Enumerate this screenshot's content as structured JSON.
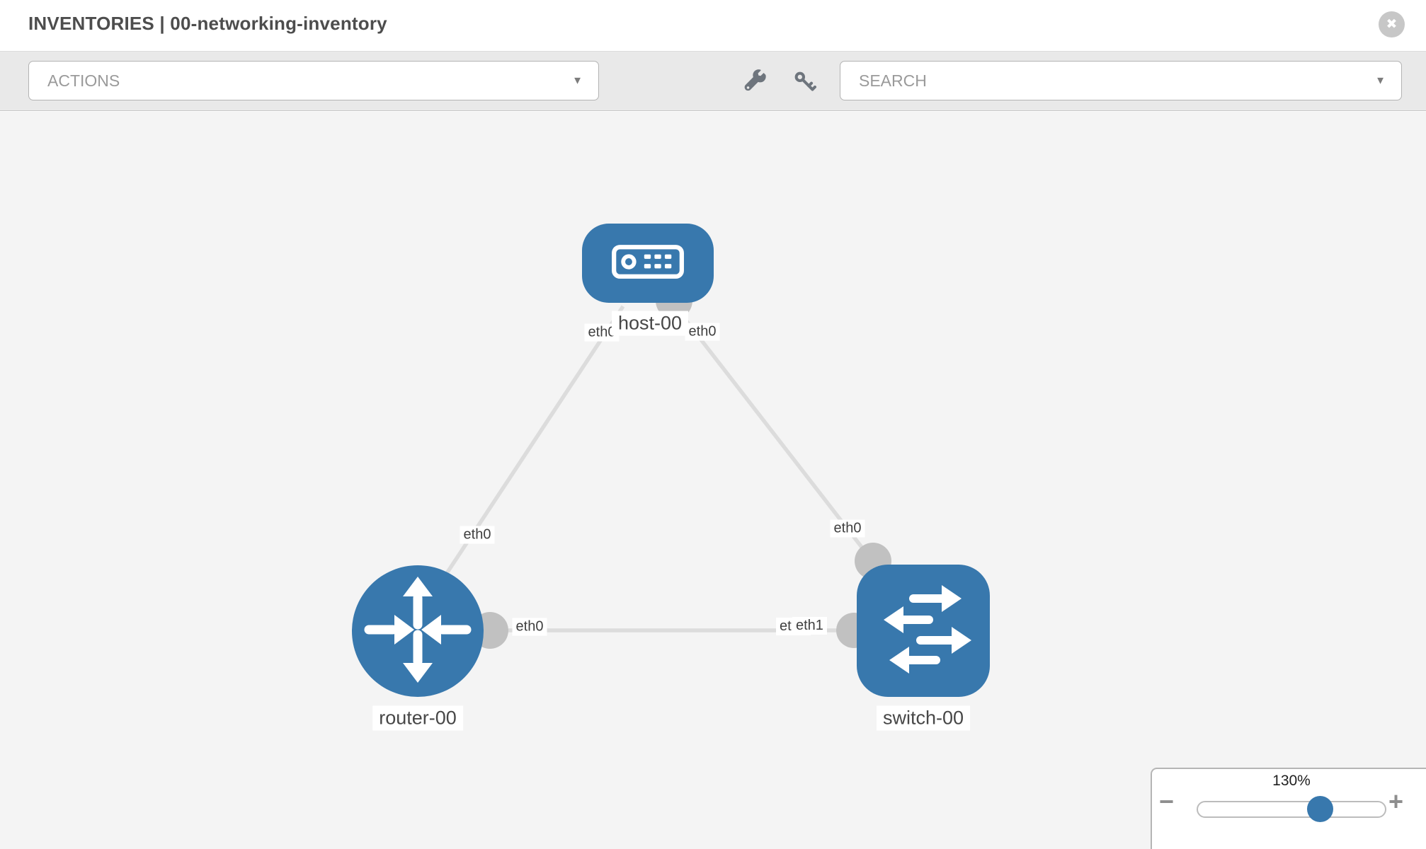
{
  "header": {
    "title": "INVENTORIES | 00-networking-inventory"
  },
  "toolbar": {
    "actions_label": "ACTIONS",
    "search_placeholder": "SEARCH"
  },
  "icons": {
    "close": "✖",
    "caret_down": "▼",
    "minus": "−",
    "plus": "+",
    "wrench": "wrench",
    "key": "key"
  },
  "colors": {
    "node_blue": "#3878ad",
    "link_gray": "#dcdcdc",
    "dot_gray": "#c1c1c1",
    "canvas_bg": "#f4f4f4",
    "toolbar_bg": "#e9e9e9",
    "label_text": "#474747",
    "icon_gray": "#6e757d"
  },
  "topology": {
    "nodes": [
      {
        "id": "host-00",
        "type": "host",
        "label": "host-00"
      },
      {
        "id": "router-00",
        "type": "router",
        "label": "router-00"
      },
      {
        "id": "switch-00",
        "type": "switch",
        "label": "switch-00"
      }
    ],
    "links": [
      {
        "from": "host-00",
        "to": "router-00",
        "from_iface": "eth0",
        "to_iface": "eth0"
      },
      {
        "from": "host-00",
        "to": "switch-00",
        "from_iface": "eth0",
        "to_iface": "eth0"
      },
      {
        "from": "router-00",
        "to": "switch-00",
        "from_iface": "eth0",
        "to_iface": "eth1",
        "to_iface_overlapped": "eth0"
      }
    ]
  },
  "zoom_control": {
    "level": "130%"
  }
}
